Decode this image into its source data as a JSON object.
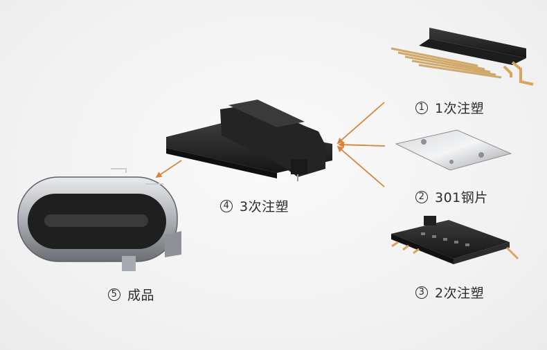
{
  "colors": {
    "arrow": "#d9843a",
    "plastic": "#262626",
    "metal": "#b9bcc0"
  },
  "labels": [
    {
      "num": "1",
      "text": "1次注塑"
    },
    {
      "num": "2",
      "text": "301钢片"
    },
    {
      "num": "3",
      "text": "2次注塑"
    },
    {
      "num": "4",
      "text": "3次注塑"
    },
    {
      "num": "5",
      "text": "成品"
    }
  ]
}
